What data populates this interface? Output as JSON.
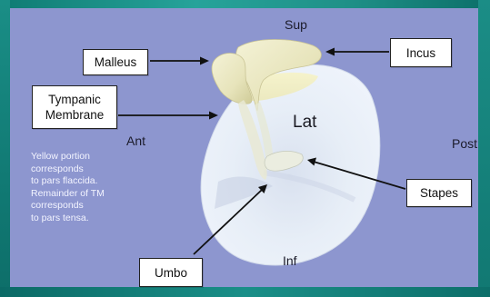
{
  "orientation": {
    "sup": "Sup",
    "inf": "Inf",
    "ant": "Ant",
    "post": "Post",
    "lat": "Lat"
  },
  "callouts": {
    "malleus": "Malleus",
    "incus": "Incus",
    "tympanic_membrane": [
      "Tympanic",
      "Membrane"
    ],
    "stapes": "Stapes",
    "umbo": "Umbo"
  },
  "note_lines": [
    "Yellow portion",
    "corresponds",
    "to pars flaccida.",
    "Remainder of TM",
    "corresponds",
    "to pars tensa."
  ],
  "colors": {
    "background": "#8d96cf",
    "frame": "#1a8a86",
    "membrane": "#e6edf6",
    "pars_flaccida": "#f1efc3",
    "ossicles": "#ecebc6",
    "note_text": "#f3f4ff"
  }
}
